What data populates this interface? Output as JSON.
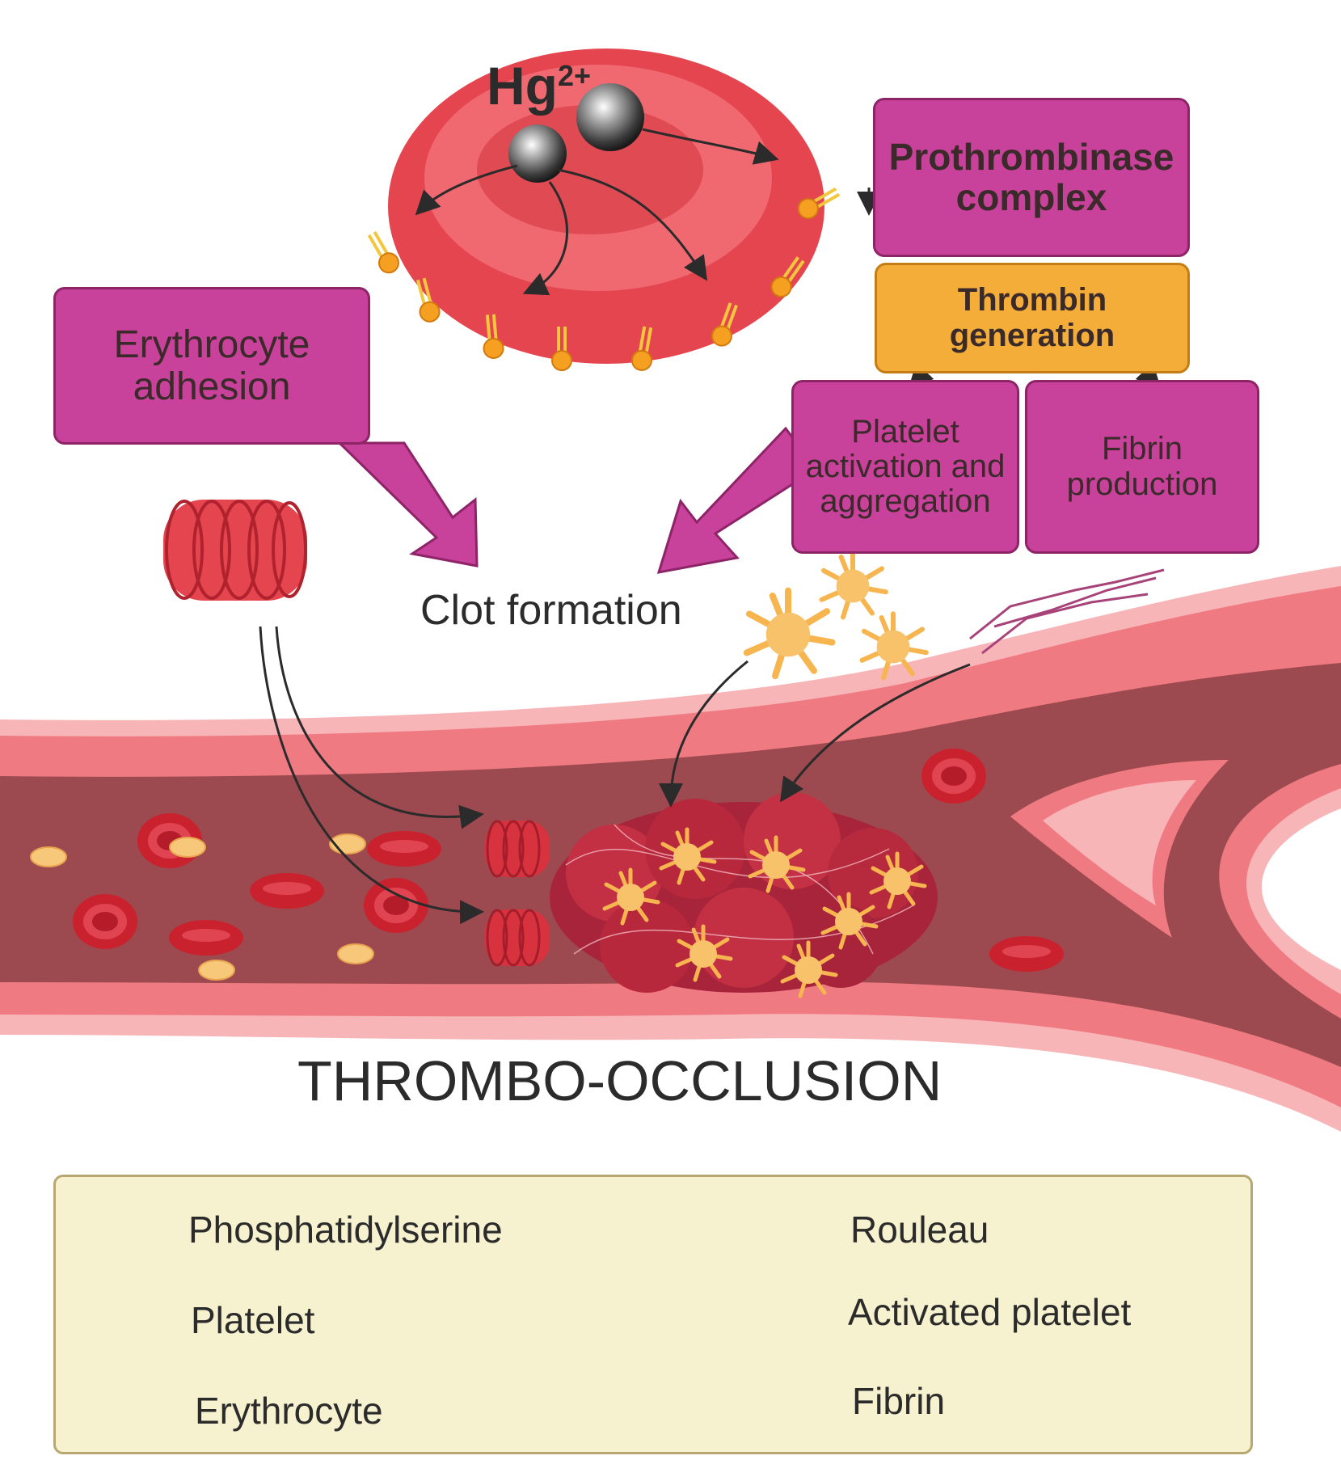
{
  "ion_label": "Hg",
  "ion_charge": "2+",
  "boxes": {
    "prothrombinase": "Prothrombinase complex",
    "thrombin": "Thrombin generation",
    "platelet_activation": "Platelet activation and aggregation",
    "fibrin_production": "Fibrin production",
    "erythrocyte_adhesion": "Erythrocyte adhesion"
  },
  "clot_formation": "Clot formation",
  "title": "THROMBO-OCCLUSION",
  "legend": {
    "phosphatidylserine": "Phosphatidylserine",
    "platelet": "Platelet",
    "erythrocyte": "Erythrocyte",
    "rouleau": "Rouleau",
    "activated_platelet": "Activated platelet",
    "fibrin": "Fibrin"
  },
  "colors": {
    "magenta_box": "#c8419a",
    "amber_box": "#f5ad3a",
    "erythrocyte_red": "#d8323f",
    "vessel_wall": "#f07a82",
    "vessel_lumen": "#9c4a4f",
    "platelet_yellow": "#f7c77a",
    "legend_bg": "#f6f1cf"
  }
}
